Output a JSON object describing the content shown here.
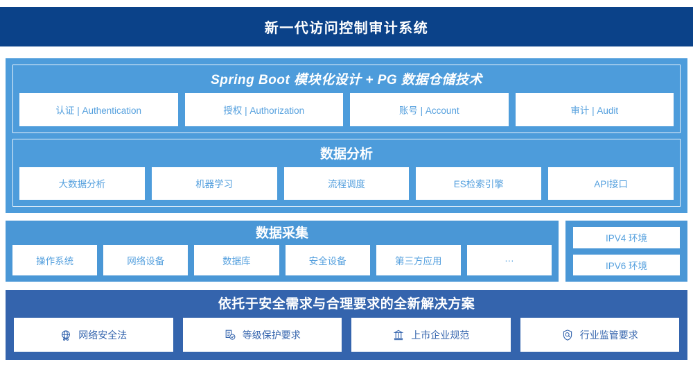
{
  "header": {
    "title": "新一代访问控制审计系统",
    "background": "#0b4289",
    "text_color": "#ffffff"
  },
  "colors": {
    "band_light": "#4d9cdb",
    "band_mid": "#4a97d6",
    "band_dark": "#3464ad",
    "card_bg": "#ffffff",
    "card_text": "#55a0de",
    "bottom_card_text": "#3464ad"
  },
  "sections": [
    {
      "id": "platform",
      "groups": [
        {
          "id": "spring-boot",
          "title": "Spring Boot 模块化设计 + PG 数据仓储技术",
          "title_style": "italic",
          "cards": [
            {
              "label": "认证 | Authentication"
            },
            {
              "label": "授权 | Authorization"
            },
            {
              "label": "账号 | Account"
            },
            {
              "label": "审计 | Audit"
            }
          ]
        },
        {
          "id": "data-analysis",
          "title": "数据分析",
          "title_style": "normal",
          "cards": [
            {
              "label": "大数据分析"
            },
            {
              "label": "机器学习"
            },
            {
              "label": "流程调度"
            },
            {
              "label": "ES检索引擎"
            },
            {
              "label": "API接口"
            }
          ]
        }
      ]
    },
    {
      "id": "data-collection",
      "title": "数据采集",
      "cards": [
        {
          "label": "操作系统"
        },
        {
          "label": "网络设备"
        },
        {
          "label": "数据库"
        },
        {
          "label": "安全设备"
        },
        {
          "label": "第三方应用"
        },
        {
          "label": "···"
        }
      ],
      "side_panel": {
        "id": "ipv-environments",
        "cards": [
          {
            "label": "IPV4 环境"
          },
          {
            "label": "IPV6 环境"
          }
        ]
      }
    },
    {
      "id": "compliance",
      "title": "依托于安全需求与合理要求的全新解决方案",
      "cards": [
        {
          "label": "网络安全法",
          "icon": "globe-icon"
        },
        {
          "label": "等级保护要求",
          "icon": "document-check-icon"
        },
        {
          "label": "上市企业规范",
          "icon": "bank-icon"
        },
        {
          "label": "行业监管要求",
          "icon": "shield-search-icon"
        }
      ]
    }
  ]
}
